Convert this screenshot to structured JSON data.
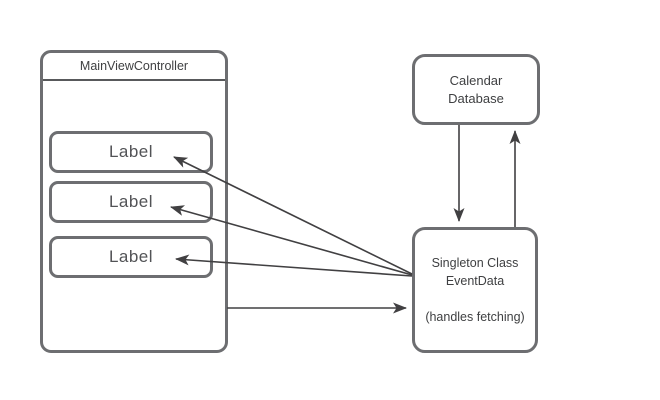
{
  "diagram": {
    "background": "#ffffff",
    "colors": {
      "box_border": "#6d6e71",
      "arrow": "#414042",
      "text": "#3f4042"
    },
    "main_view_controller": {
      "title": "MainViewController",
      "labels": [
        "Label",
        "Label",
        "Label"
      ]
    },
    "calendar_database": {
      "line1": "Calendar",
      "line2": "Database"
    },
    "singleton": {
      "line1": "Singleton Class",
      "line2": "EventData",
      "line3": "(handles fetching)"
    },
    "edges": [
      {
        "from": "singleton-eventdata",
        "to": "label-1"
      },
      {
        "from": "singleton-eventdata",
        "to": "label-2"
      },
      {
        "from": "singleton-eventdata",
        "to": "label-3"
      },
      {
        "from": "main-view-controller",
        "to": "singleton-eventdata"
      },
      {
        "from": "calendar-database",
        "to": "singleton-eventdata"
      },
      {
        "from": "singleton-eventdata",
        "to": "calendar-database"
      }
    ]
  }
}
